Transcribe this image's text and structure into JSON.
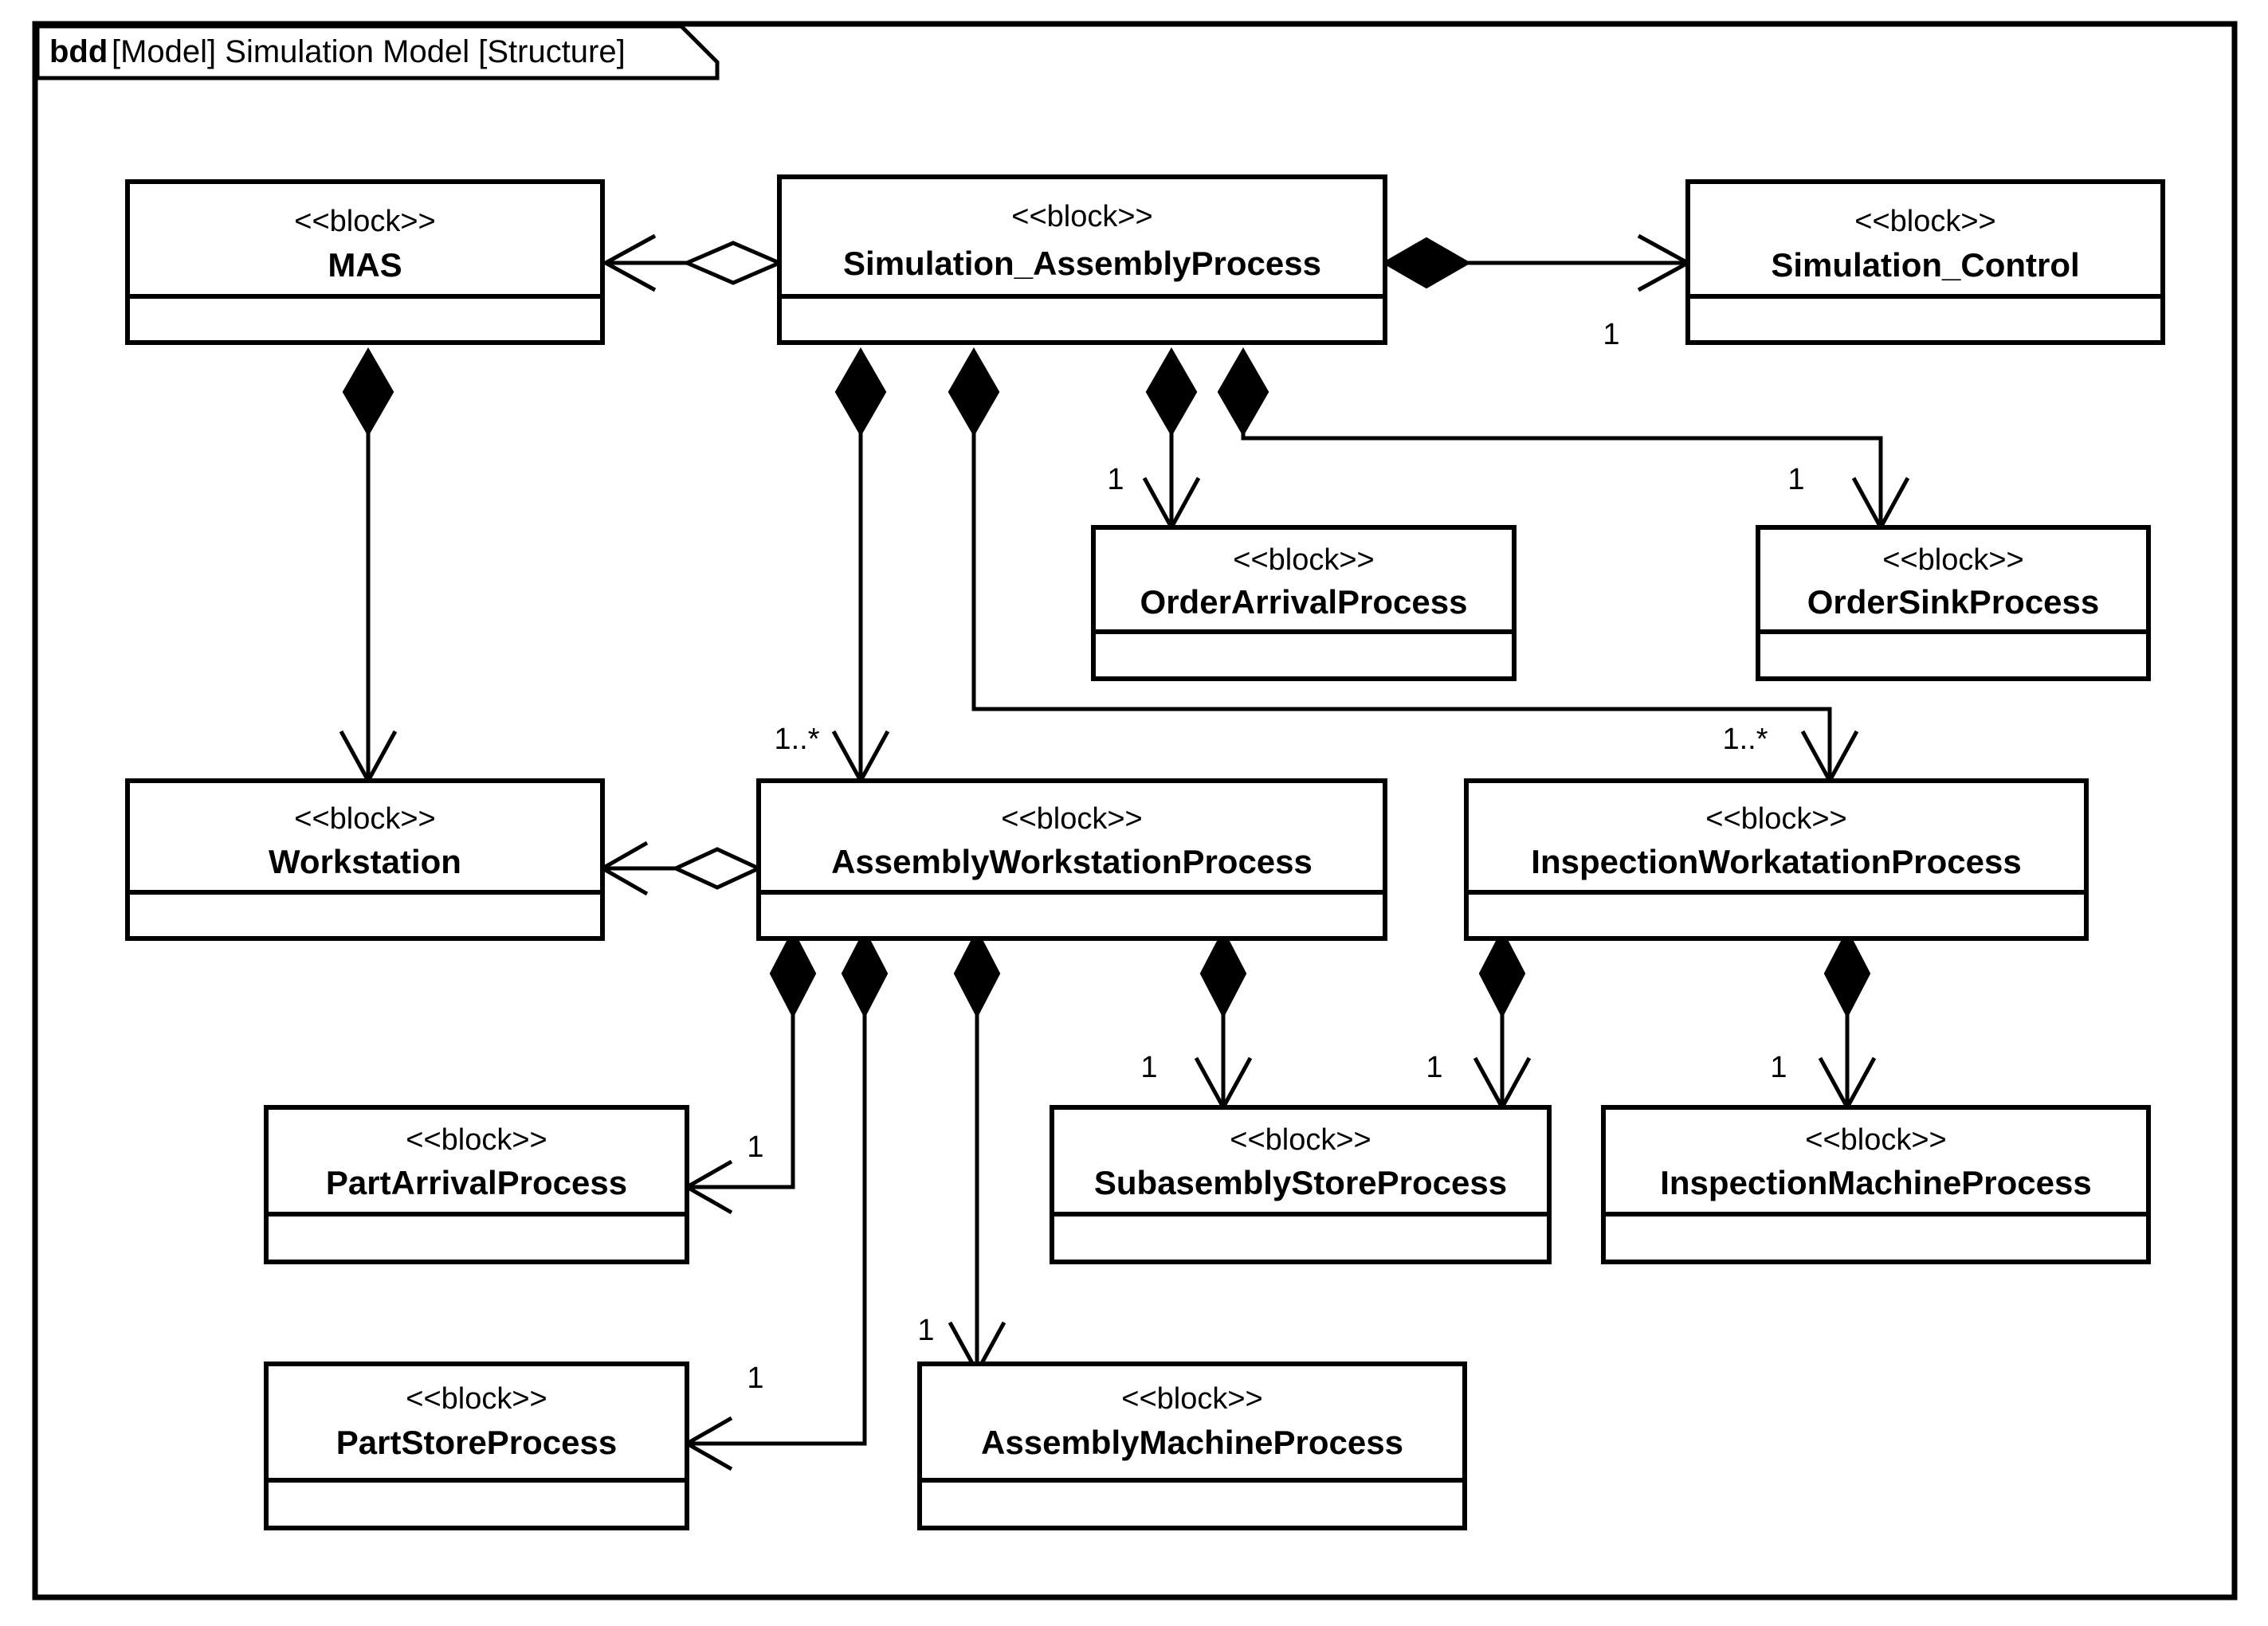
{
  "diagram": {
    "frame_kind": "bdd",
    "frame_title": "[Model] Simulation Model [Structure]",
    "stereotype": "<<block>>",
    "blocks": {
      "mas": "MAS",
      "simulation_assembly_process": "Simulation_AssemblyProcess",
      "simulation_control": "Simulation_Control",
      "order_arrival_process": "OrderArrivalProcess",
      "order_sink_process": "OrderSinkProcess",
      "workstation": "Workstation",
      "assembly_workstation_process": "AssemblyWorkstationProcess",
      "inspection_workstation_process": "InspectionWorkatationProcess",
      "part_arrival_process": "PartArrivalProcess",
      "subassembly_store_process": "SubasemblyStoreProcess",
      "inspection_machine_process": "InspectionMachineProcess",
      "part_store_process": "PartStoreProcess",
      "assembly_machine_process": "AssemblyMachineProcess"
    },
    "multiplicities": {
      "sim_control": "1",
      "order_arrival": "1",
      "order_sink": "1",
      "assembly_workstation": "1..*",
      "inspection_workstation": "1..*",
      "part_arrival": "1",
      "part_store": "1",
      "assembly_machine": "1",
      "subassembly_from_assembly": "1",
      "subassembly_from_inspection": "1",
      "inspection_machine": "1"
    },
    "colors": {
      "line": "#000000",
      "fill": "#ffffff",
      "text": "#000000"
    }
  }
}
